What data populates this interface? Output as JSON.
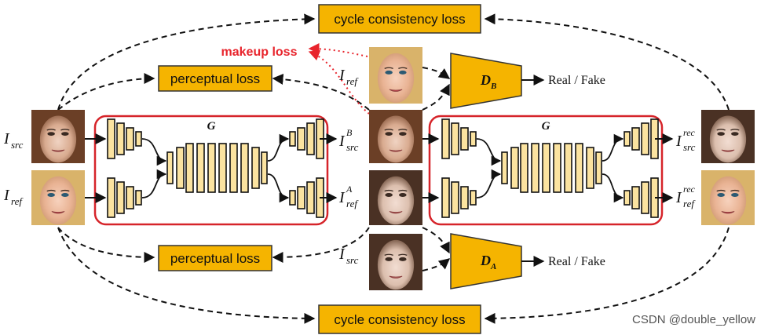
{
  "losses": {
    "cycle_top": "cycle consistency loss",
    "cycle_bottom": "cycle consistency loss",
    "perceptual_top": "perceptual loss",
    "perceptual_bottom": "perceptual loss",
    "makeup": "makeup loss"
  },
  "generator_label": "G",
  "discriminators": {
    "top": {
      "letter": "D",
      "sub": "B"
    },
    "bottom": {
      "letter": "D",
      "sub": "A"
    }
  },
  "real_fake": "Real / Fake",
  "inputs": {
    "src": {
      "base": "I",
      "sub": "src"
    },
    "ref": {
      "base": "I",
      "sub": "ref"
    }
  },
  "outputs": {
    "src_B": {
      "base": "I",
      "sub": "src",
      "sup": "B"
    },
    "ref_A": {
      "base": "I",
      "sub": "ref",
      "sup": "A"
    }
  },
  "reconstructions": {
    "src": {
      "base": "I",
      "sub": "src",
      "sup": "rec"
    },
    "ref": {
      "base": "I",
      "sub": "ref",
      "sup": "rec"
    }
  },
  "watermark": "CSDN @double_yellow",
  "colors": {
    "loss_fill": "#F5B400",
    "makeup_red": "#E8242C",
    "box_red": "#D6242A",
    "layer_fill": "#FBE3A0"
  }
}
